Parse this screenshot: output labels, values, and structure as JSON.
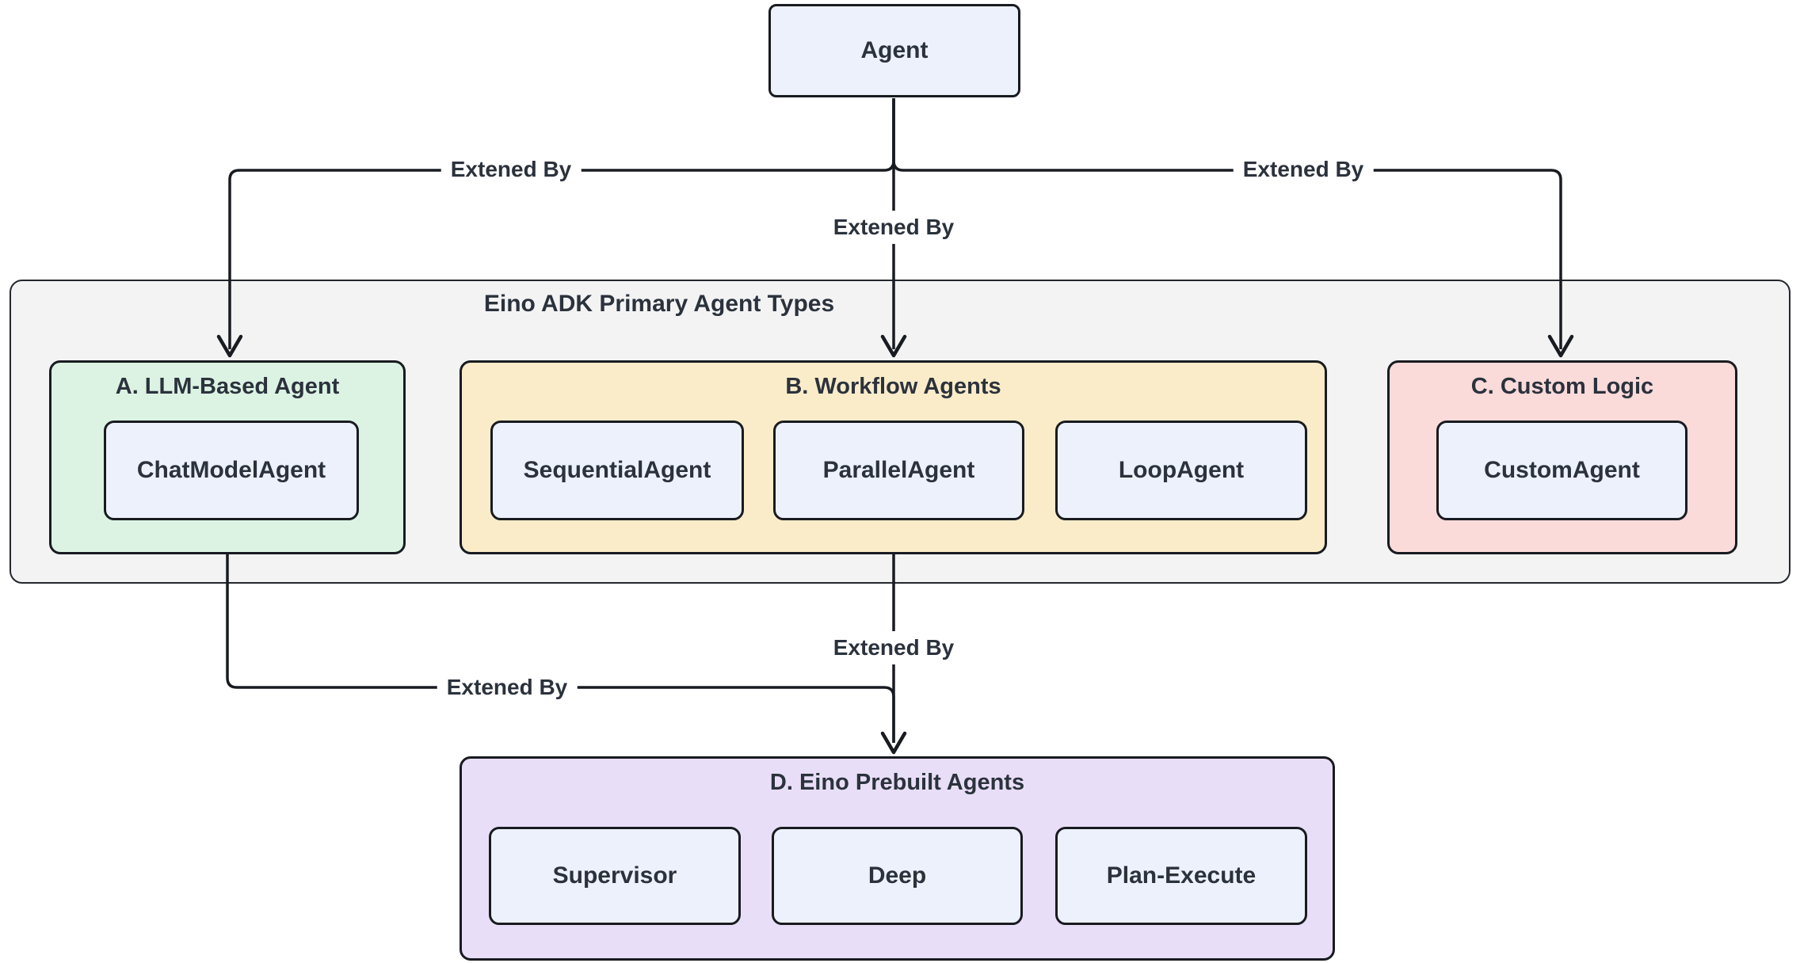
{
  "nodes": {
    "agent": "Agent"
  },
  "container": {
    "title": "Eino ADK Primary Agent Types",
    "fill": "#f3f3f4",
    "groups": [
      {
        "title": "A. LLM-Based Agent",
        "fill": "#dcf3e3",
        "children": [
          "ChatModelAgent"
        ]
      },
      {
        "title": "B. Workflow Agents",
        "fill": "#faecc9",
        "children": [
          "SequentialAgent",
          "ParallelAgent",
          "LoopAgent"
        ]
      },
      {
        "title": "C. Custom Logic",
        "fill": "#fbdada",
        "children": [
          "CustomAgent"
        ]
      }
    ]
  },
  "prebuilt": {
    "title": "D. Eino Prebuilt Agents",
    "fill": "#e9def7",
    "children": [
      "Supervisor",
      "Deep",
      "Plan-Execute"
    ]
  },
  "edges": [
    {
      "from": "Agent",
      "to": "A. LLM-Based Agent",
      "label": "Extened By"
    },
    {
      "from": "Agent",
      "to": "B. Workflow Agents",
      "label": "Extened By"
    },
    {
      "from": "Agent",
      "to": "C. Custom Logic",
      "label": "Extened By"
    },
    {
      "from": "A. LLM-Based Agent",
      "to": "D. Eino Prebuilt Agents",
      "label": "Extened By"
    },
    {
      "from": "B. Workflow Agents",
      "to": "D. Eino Prebuilt Agents",
      "label": "Extened By"
    }
  ],
  "colors": {
    "node_fill": "#edf1fb",
    "node_border": "#181b20",
    "edge_line": "#181b20",
    "text": "#2b323c",
    "background": "#ffffff"
  }
}
